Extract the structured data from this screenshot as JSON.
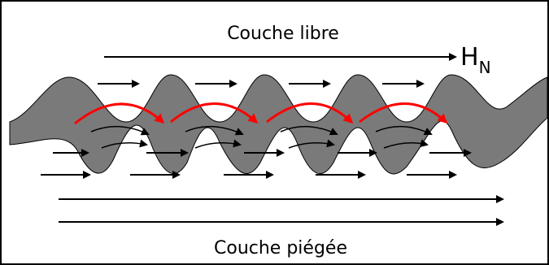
{
  "diagram": {
    "top_label": "Couche libre",
    "bottom_label": "Couche piégée",
    "field_label_main": "H",
    "field_label_sub": "N"
  },
  "colors": {
    "layer_fill": "#7a7a7a",
    "arrow_black": "#000000",
    "arrow_red": "#ff0000",
    "border": "#000000"
  }
}
